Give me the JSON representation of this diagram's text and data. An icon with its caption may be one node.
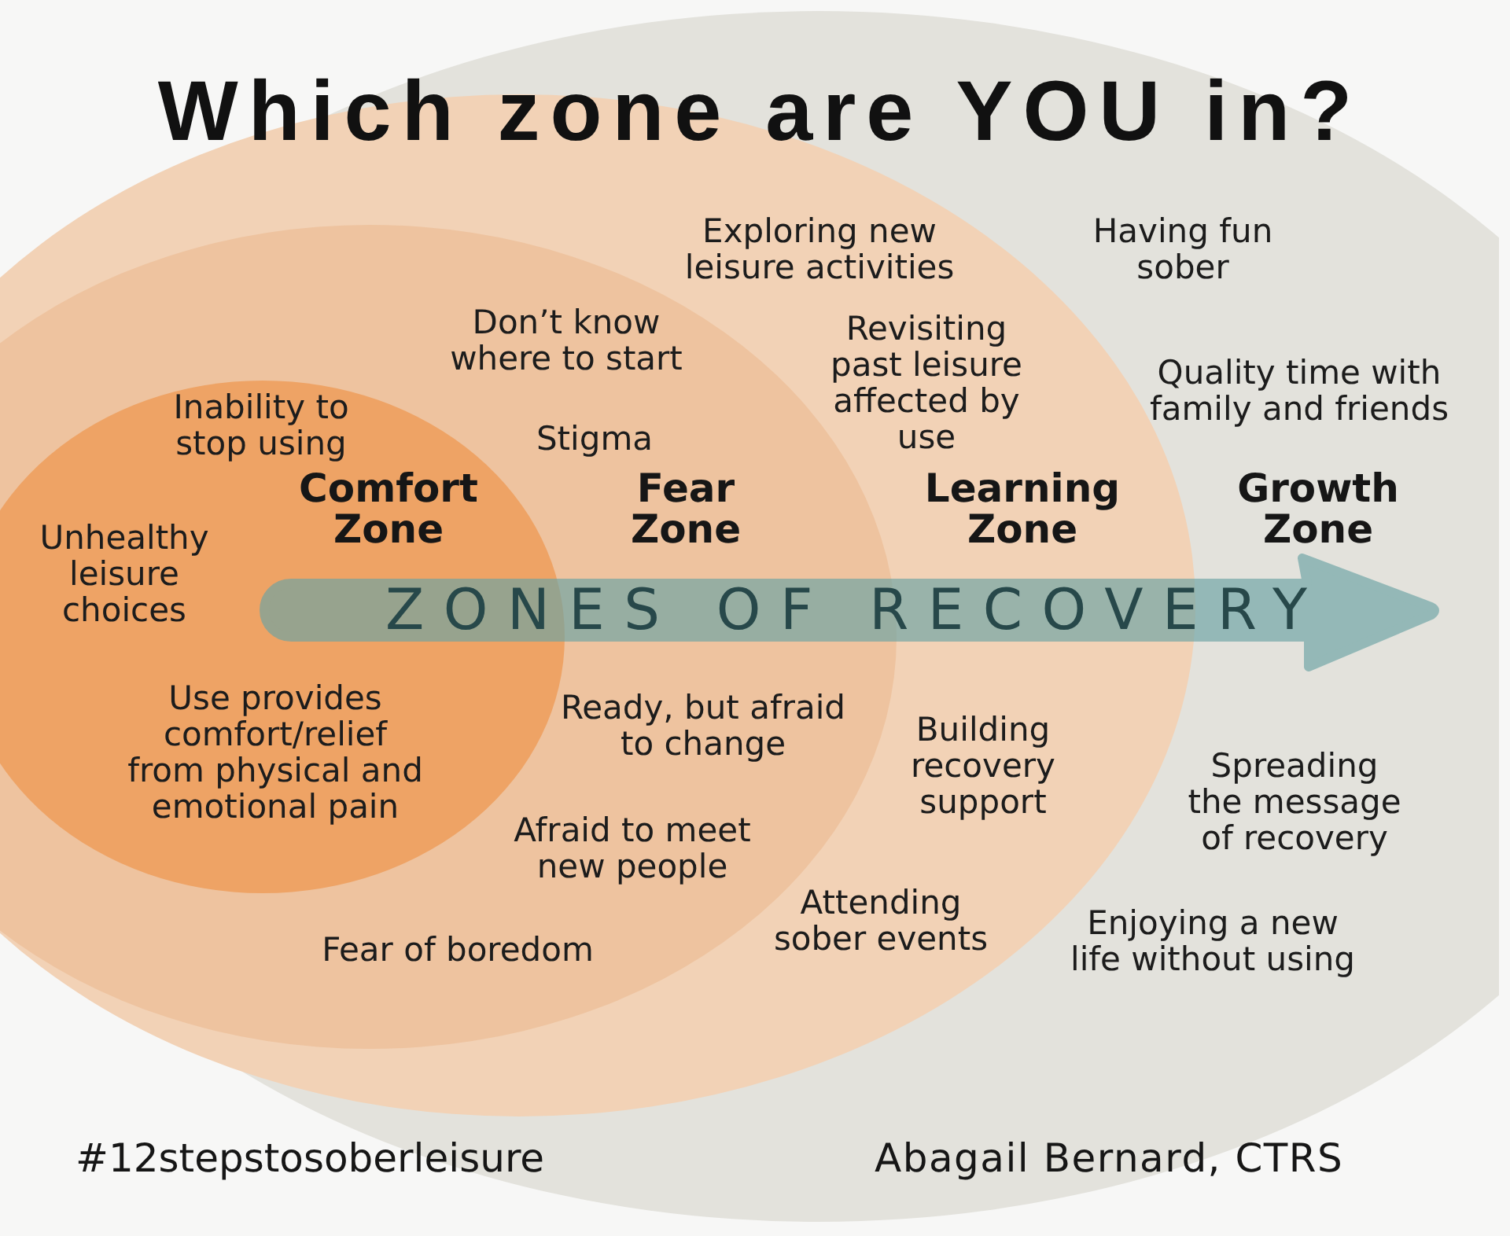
{
  "diagram": {
    "title": "Which zone are YOU in?",
    "nodes": [
      {
        "text": [
          "Growth Zone",
          "Having fun sober",
          "Quality time with family and friends",
          "Spreading the message of recovery",
          "Enjoying a new life without using"
        ]
      },
      {
        "text": [
          "Learning Zone",
          "Exploring new leisure activities",
          "Revisiting past leisure affected by use",
          "Building recovery support",
          "Attending sober events"
        ],
        "in": 0
      },
      {
        "text": [
          "Fear Zone",
          "Don’t know where to start",
          "Stigma",
          "Ready, but afraid to change",
          "Afraid to meet new people",
          "Fear of boredom"
        ],
        "in": 1
      },
      {
        "text": [
          "Comfort Zone",
          "Inability to stop using",
          "Unhealthy leisure choices",
          "Use provides comfort/relief from physical and emotional pain"
        ],
        "in": 2
      },
      {
        "text": [
          "ZONES OF RECOVERY"
        ],
        "in": 0
      }
    ],
    "labels": [
      "#12stepstosoberleisure",
      "Abagail Bernard, CTRS"
    ]
  }
}
